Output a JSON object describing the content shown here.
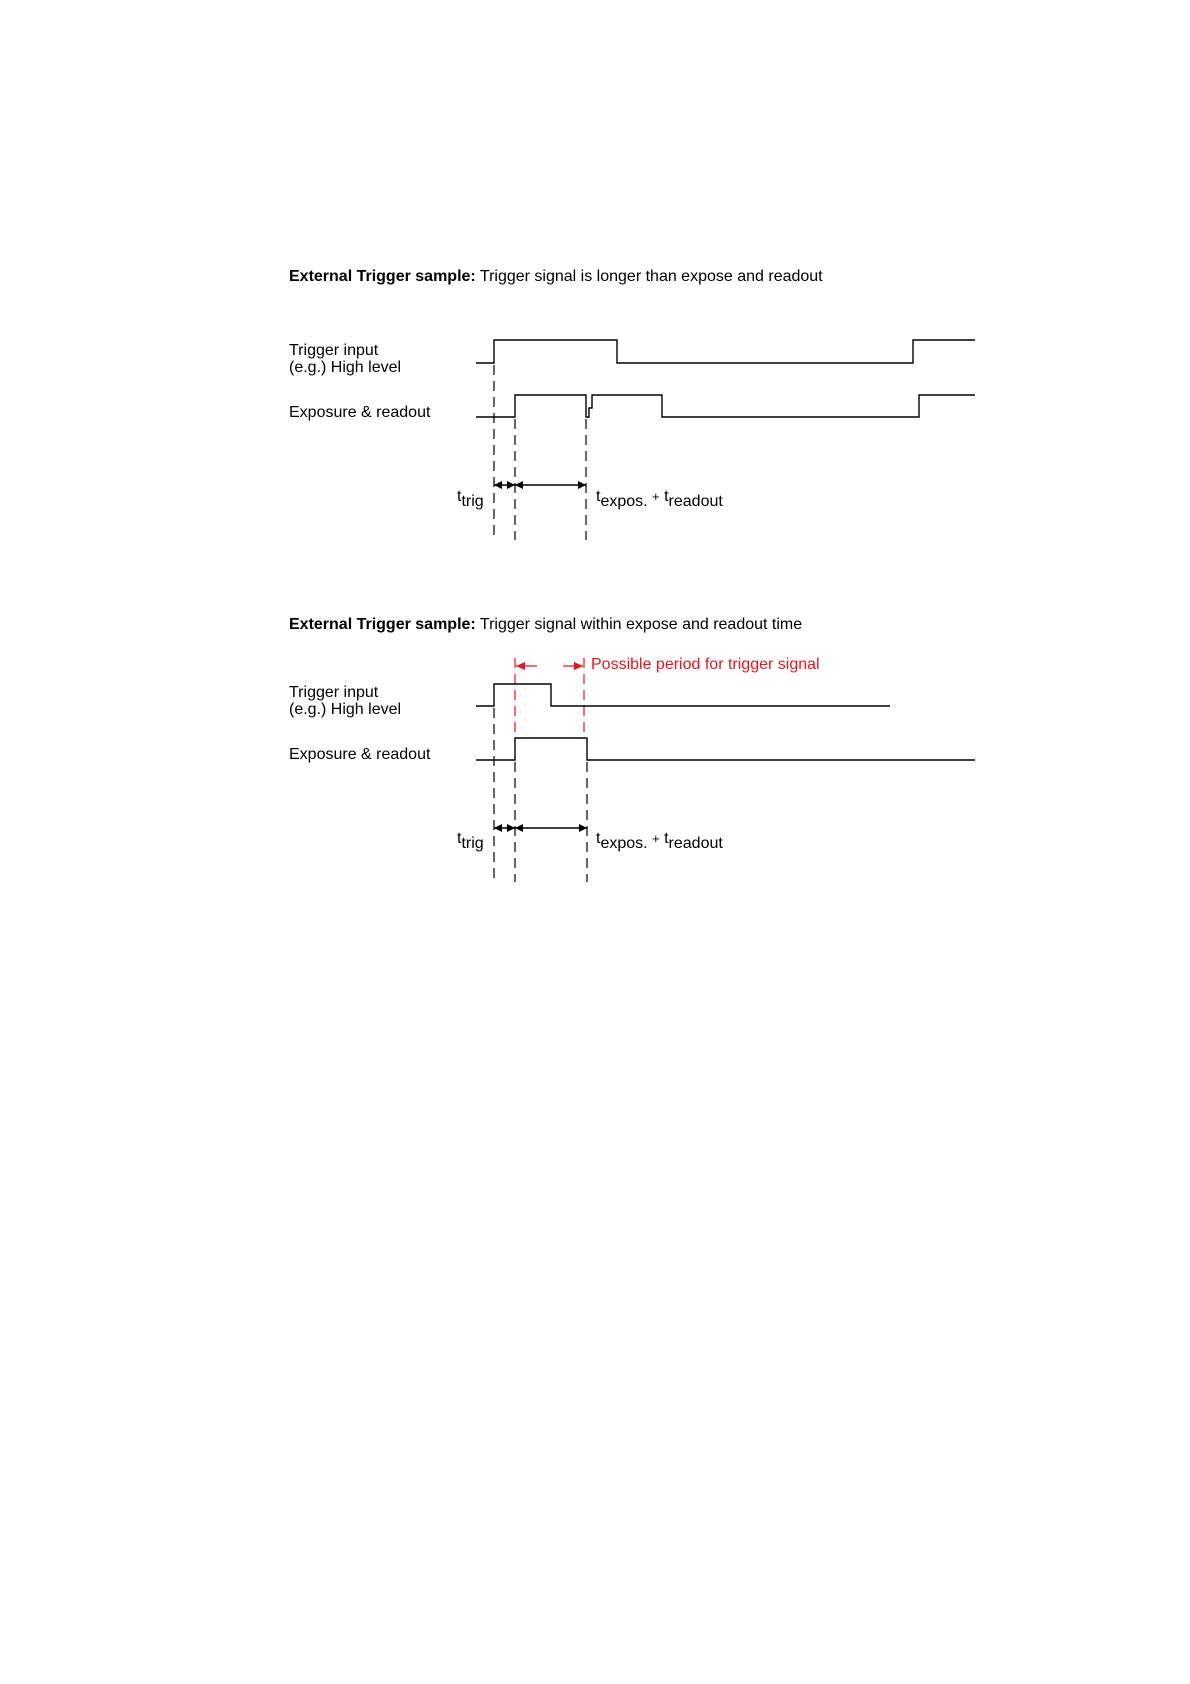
{
  "diagram1": {
    "title_bold": "External Trigger sample:",
    "title_rest": "Trigger signal is longer than expose and readout",
    "label_trigger_line1": "Trigger input",
    "label_trigger_line2": "(e.g.) High level",
    "label_exposure": "Exposure & readout",
    "t_trig_t": "t",
    "t_trig_sub": "trig",
    "t_expos_t": "t",
    "t_expos_sub": "expos.",
    "plus": "+",
    "t_readout_t": "t",
    "t_readout_sub": "readout"
  },
  "diagram2": {
    "title_bold": "External Trigger sample:",
    "title_rest": "Trigger signal within expose and readout time",
    "possible_period": "Possible period for trigger signal",
    "label_trigger_line1": "Trigger input",
    "label_trigger_line2": "(e.g.) High level",
    "label_exposure": "Exposure & readout",
    "t_trig_t": "t",
    "t_trig_sub": "trig",
    "t_expos_t": "t",
    "t_expos_sub": "expos.",
    "plus": "+",
    "t_readout_t": "t",
    "t_readout_sub": "readout"
  },
  "colors": {
    "signal": "#000000",
    "highlight": "#e8141c"
  }
}
